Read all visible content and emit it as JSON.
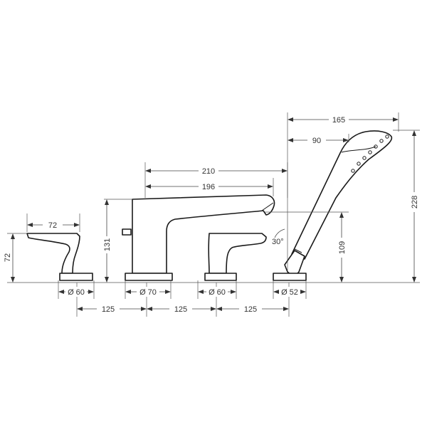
{
  "dimensions": {
    "valve_width": "72",
    "valve_height": "72",
    "valve_base_left": "Ø 60",
    "spout_reach_total": "210",
    "spout_reach_inner": "196",
    "spout_height": "131",
    "spout_base": "Ø 70",
    "valve_base_right": "Ø 60",
    "spacing_1": "125",
    "spacing_2": "125",
    "spacing_3": "125",
    "shower_reach": "165",
    "shower_offset": "90",
    "shower_height": "228",
    "holder_height": "109",
    "holder_angle": "30°",
    "holder_base": "Ø 52"
  }
}
